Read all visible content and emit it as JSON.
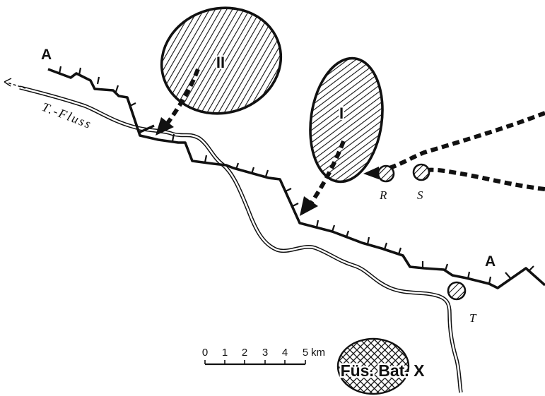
{
  "map": {
    "front_line_label_west": "A",
    "front_line_label_east": "A",
    "river_label": "T.-Fluss",
    "zone_one_label": "I",
    "zone_two_label": "II",
    "point_r_label": "R",
    "point_s_label": "S",
    "point_t_label": "T",
    "unit_label": "Füs. Bat. X",
    "scale_bar": {
      "ticks": [
        "0",
        "1",
        "2",
        "3",
        "4",
        "5"
      ],
      "unit": "km"
    },
    "colors": {
      "ink": "#111111",
      "paper": "#ffffff"
    }
  }
}
